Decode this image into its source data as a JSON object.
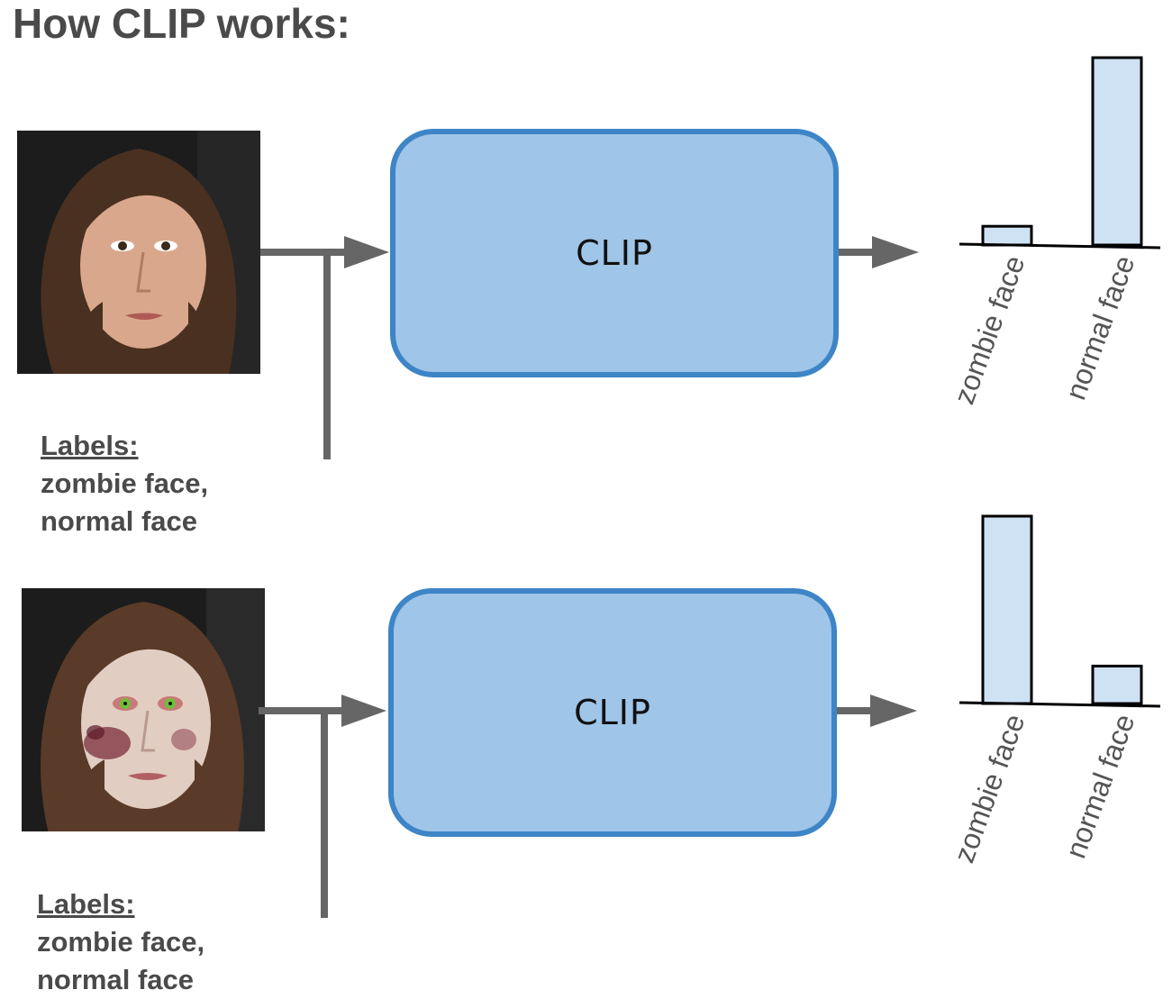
{
  "title": "How CLIP works:",
  "colors": {
    "title_text": "#4a4a4a",
    "clip_fill": "#9fc5e8",
    "clip_border": "#3d85c6",
    "arrow": "#666666",
    "bar_fill": "#cfe2f3",
    "bar_stroke": "#000000"
  },
  "rows": [
    {
      "image": {
        "description_icon": "face-photo-normal",
        "variant": "normal"
      },
      "labels": {
        "title": "Labels:",
        "line1": "zombie face,",
        "line2": "normal face"
      },
      "model": {
        "label": "CLIP"
      }
    },
    {
      "image": {
        "description_icon": "face-photo-zombie",
        "variant": "zombie"
      },
      "labels": {
        "title": "Labels:",
        "line1": "zombie face,",
        "line2": "normal face"
      },
      "model": {
        "label": "CLIP"
      }
    }
  ],
  "chart_data": [
    {
      "type": "bar",
      "categories": [
        "zombie face",
        "normal face"
      ],
      "values": [
        0.1,
        1.0
      ],
      "ylim": [
        0,
        1
      ],
      "grid": false
    },
    {
      "type": "bar",
      "categories": [
        "zombie face",
        "normal face"
      ],
      "values": [
        1.0,
        0.2
      ],
      "ylim": [
        0,
        1
      ],
      "grid": false
    }
  ]
}
